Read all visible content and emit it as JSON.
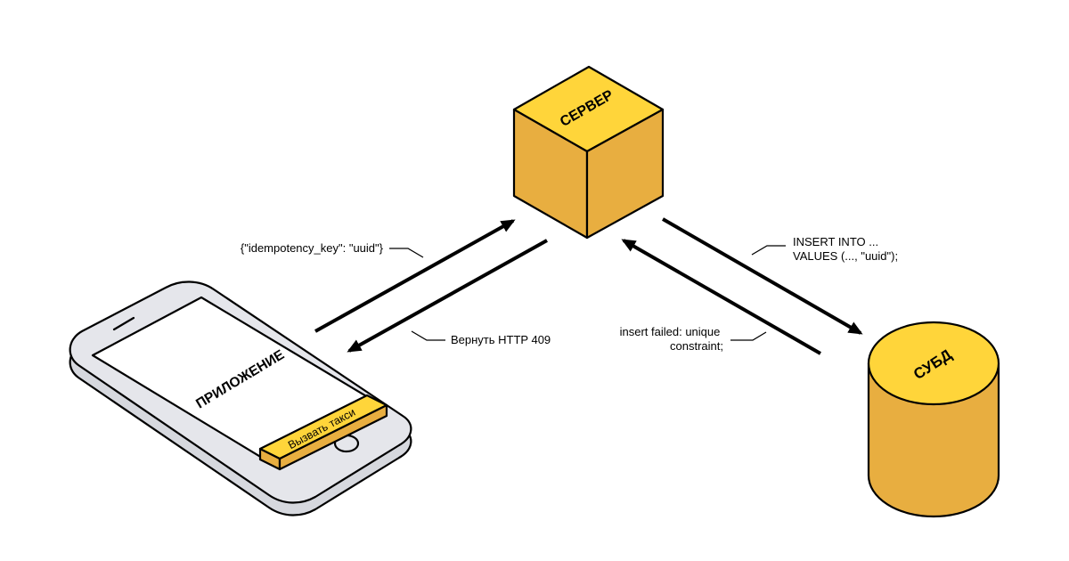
{
  "nodes": {
    "server": "СЕРВЕР",
    "app": "ПРИЛОЖЕНИЕ",
    "db": "СУБД"
  },
  "app_button_label": "Вызвать такси",
  "edge_labels": {
    "request": "{\"idempotency_key\": \"uuid\"}",
    "response": "Вернуть HTTP 409",
    "insert": [
      "INSERT INTO ...",
      "VALUES (..., \"uuid\");"
    ],
    "failure": [
      "insert failed: unique",
      "constraint;"
    ]
  },
  "colors": {
    "yellow_light": "#FFD53A",
    "yellow_dark": "#E8AE40",
    "phone_frame": "#E5E6EB",
    "line": "#000000"
  }
}
